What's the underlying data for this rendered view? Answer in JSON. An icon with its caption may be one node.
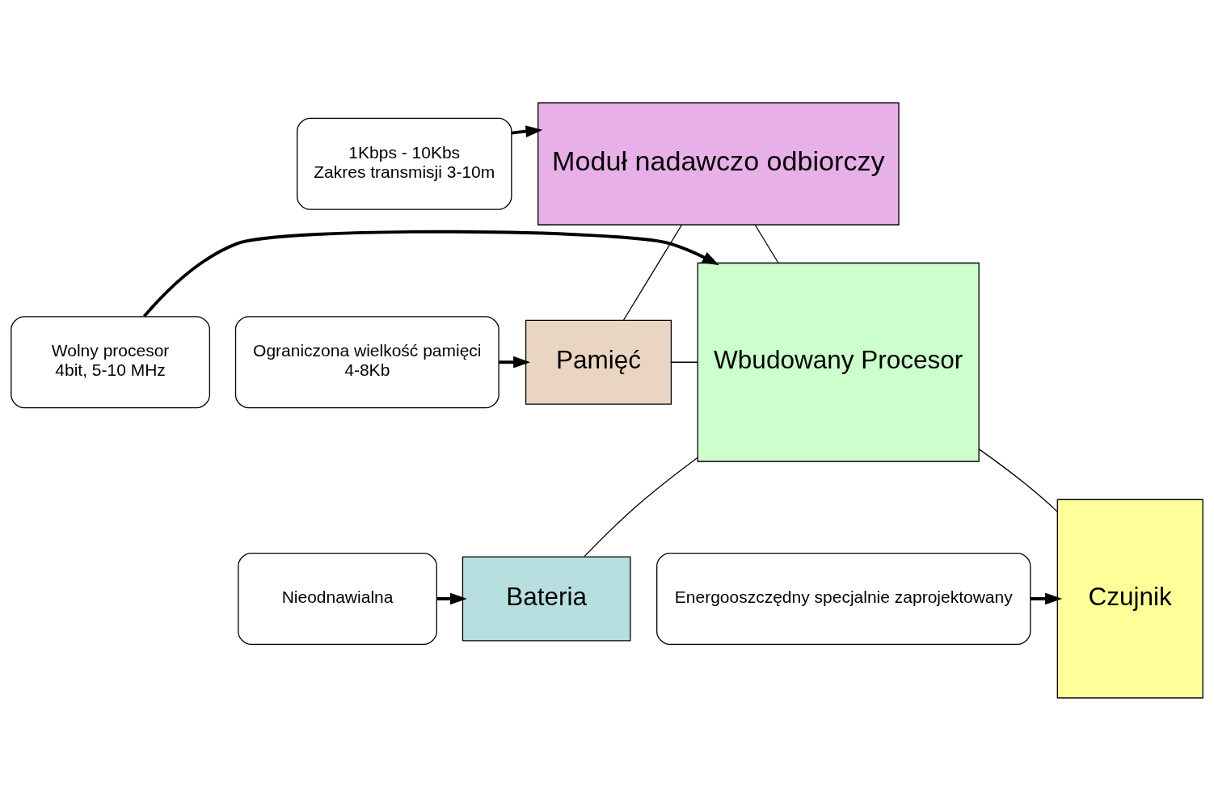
{
  "diagram": {
    "nodes": [
      {
        "text": [
          "Moduł nadawczo odbiorczy"
        ]
      },
      {
        "text": [
          "Pamięć"
        ]
      },
      {
        "text": [
          "Wbudowany Procesor"
        ]
      },
      {
        "text": [
          "Czujnik"
        ]
      },
      {
        "text": [
          "Bateria"
        ]
      },
      {
        "text": [
          "1Kbps - 10Kbs",
          "Zakres transmisji 3-10m"
        ]
      },
      {
        "text": [
          "Ograniczona wielkość pamięci",
          "4-8Kb"
        ]
      },
      {
        "text": [
          "Wolny procesor",
          "4bit, 5-10 MHz"
        ]
      },
      {
        "text": [
          "Energooszczędny specjalnie zaprojektowany"
        ]
      },
      {
        "text": [
          "Nieodnawialna"
        ]
      }
    ],
    "edges": [
      {
        "from": 0,
        "to": 1,
        "arrow": "none"
      },
      {
        "from": 0,
        "to": 2,
        "arrow": "none"
      },
      {
        "from": 1,
        "to": 2,
        "arrow": "none"
      },
      {
        "from": 3,
        "to": 2,
        "arrow": "none"
      },
      {
        "from": 2,
        "to": 4,
        "arrow": "none"
      },
      {
        "from": 5,
        "to": 0,
        "arrow": "to",
        "style": "thick"
      },
      {
        "from": 6,
        "to": 1,
        "arrow": "to",
        "style": "thick"
      },
      {
        "from": 7,
        "to": 2,
        "arrow": "to",
        "style": "thick"
      },
      {
        "from": 8,
        "to": 3,
        "arrow": "to",
        "style": "thick"
      },
      {
        "from": 9,
        "to": 4,
        "arrow": "to",
        "style": "thick"
      }
    ]
  }
}
